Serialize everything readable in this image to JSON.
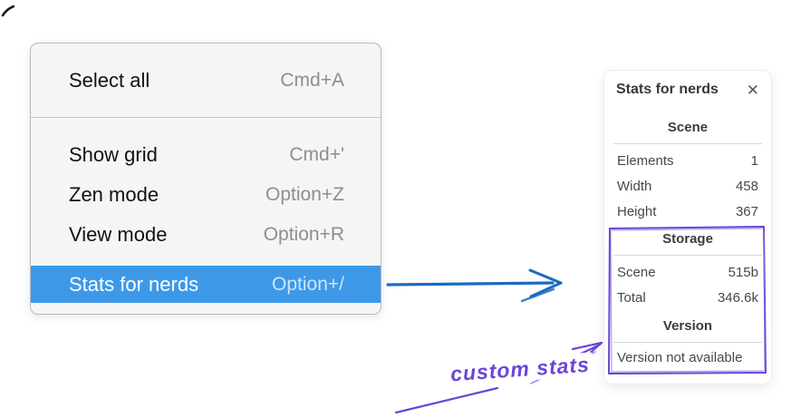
{
  "menu": {
    "items": [
      {
        "label": "Select all",
        "shortcut": "Cmd+A",
        "highlighted": false
      },
      {
        "label": "Show grid",
        "shortcut": "Cmd+'",
        "highlighted": false
      },
      {
        "label": "Zen mode",
        "shortcut": "Option+Z",
        "highlighted": false
      },
      {
        "label": "View mode",
        "shortcut": "Option+R",
        "highlighted": false
      },
      {
        "label": "Stats for nerds",
        "shortcut": "Option+/",
        "highlighted": true
      }
    ],
    "highlight_color": "#3d99e8"
  },
  "stats_panel": {
    "title": "Stats for nerds",
    "close_icon": "✕",
    "scene": {
      "heading": "Scene",
      "rows": [
        {
          "label": "Elements",
          "value": "1"
        },
        {
          "label": "Width",
          "value": "458"
        },
        {
          "label": "Height",
          "value": "367"
        }
      ]
    },
    "storage": {
      "heading": "Storage",
      "rows": [
        {
          "label": "Scene",
          "value": "515b"
        },
        {
          "label": "Total",
          "value": "346.6k"
        }
      ]
    },
    "version": {
      "heading": "Version",
      "note": "Version not available"
    }
  },
  "annotations": {
    "custom_stats_label": "custom stats",
    "purple_color": "#6b46d6",
    "box_color": "#6741d9",
    "blue_color": "#1b6bbf"
  }
}
